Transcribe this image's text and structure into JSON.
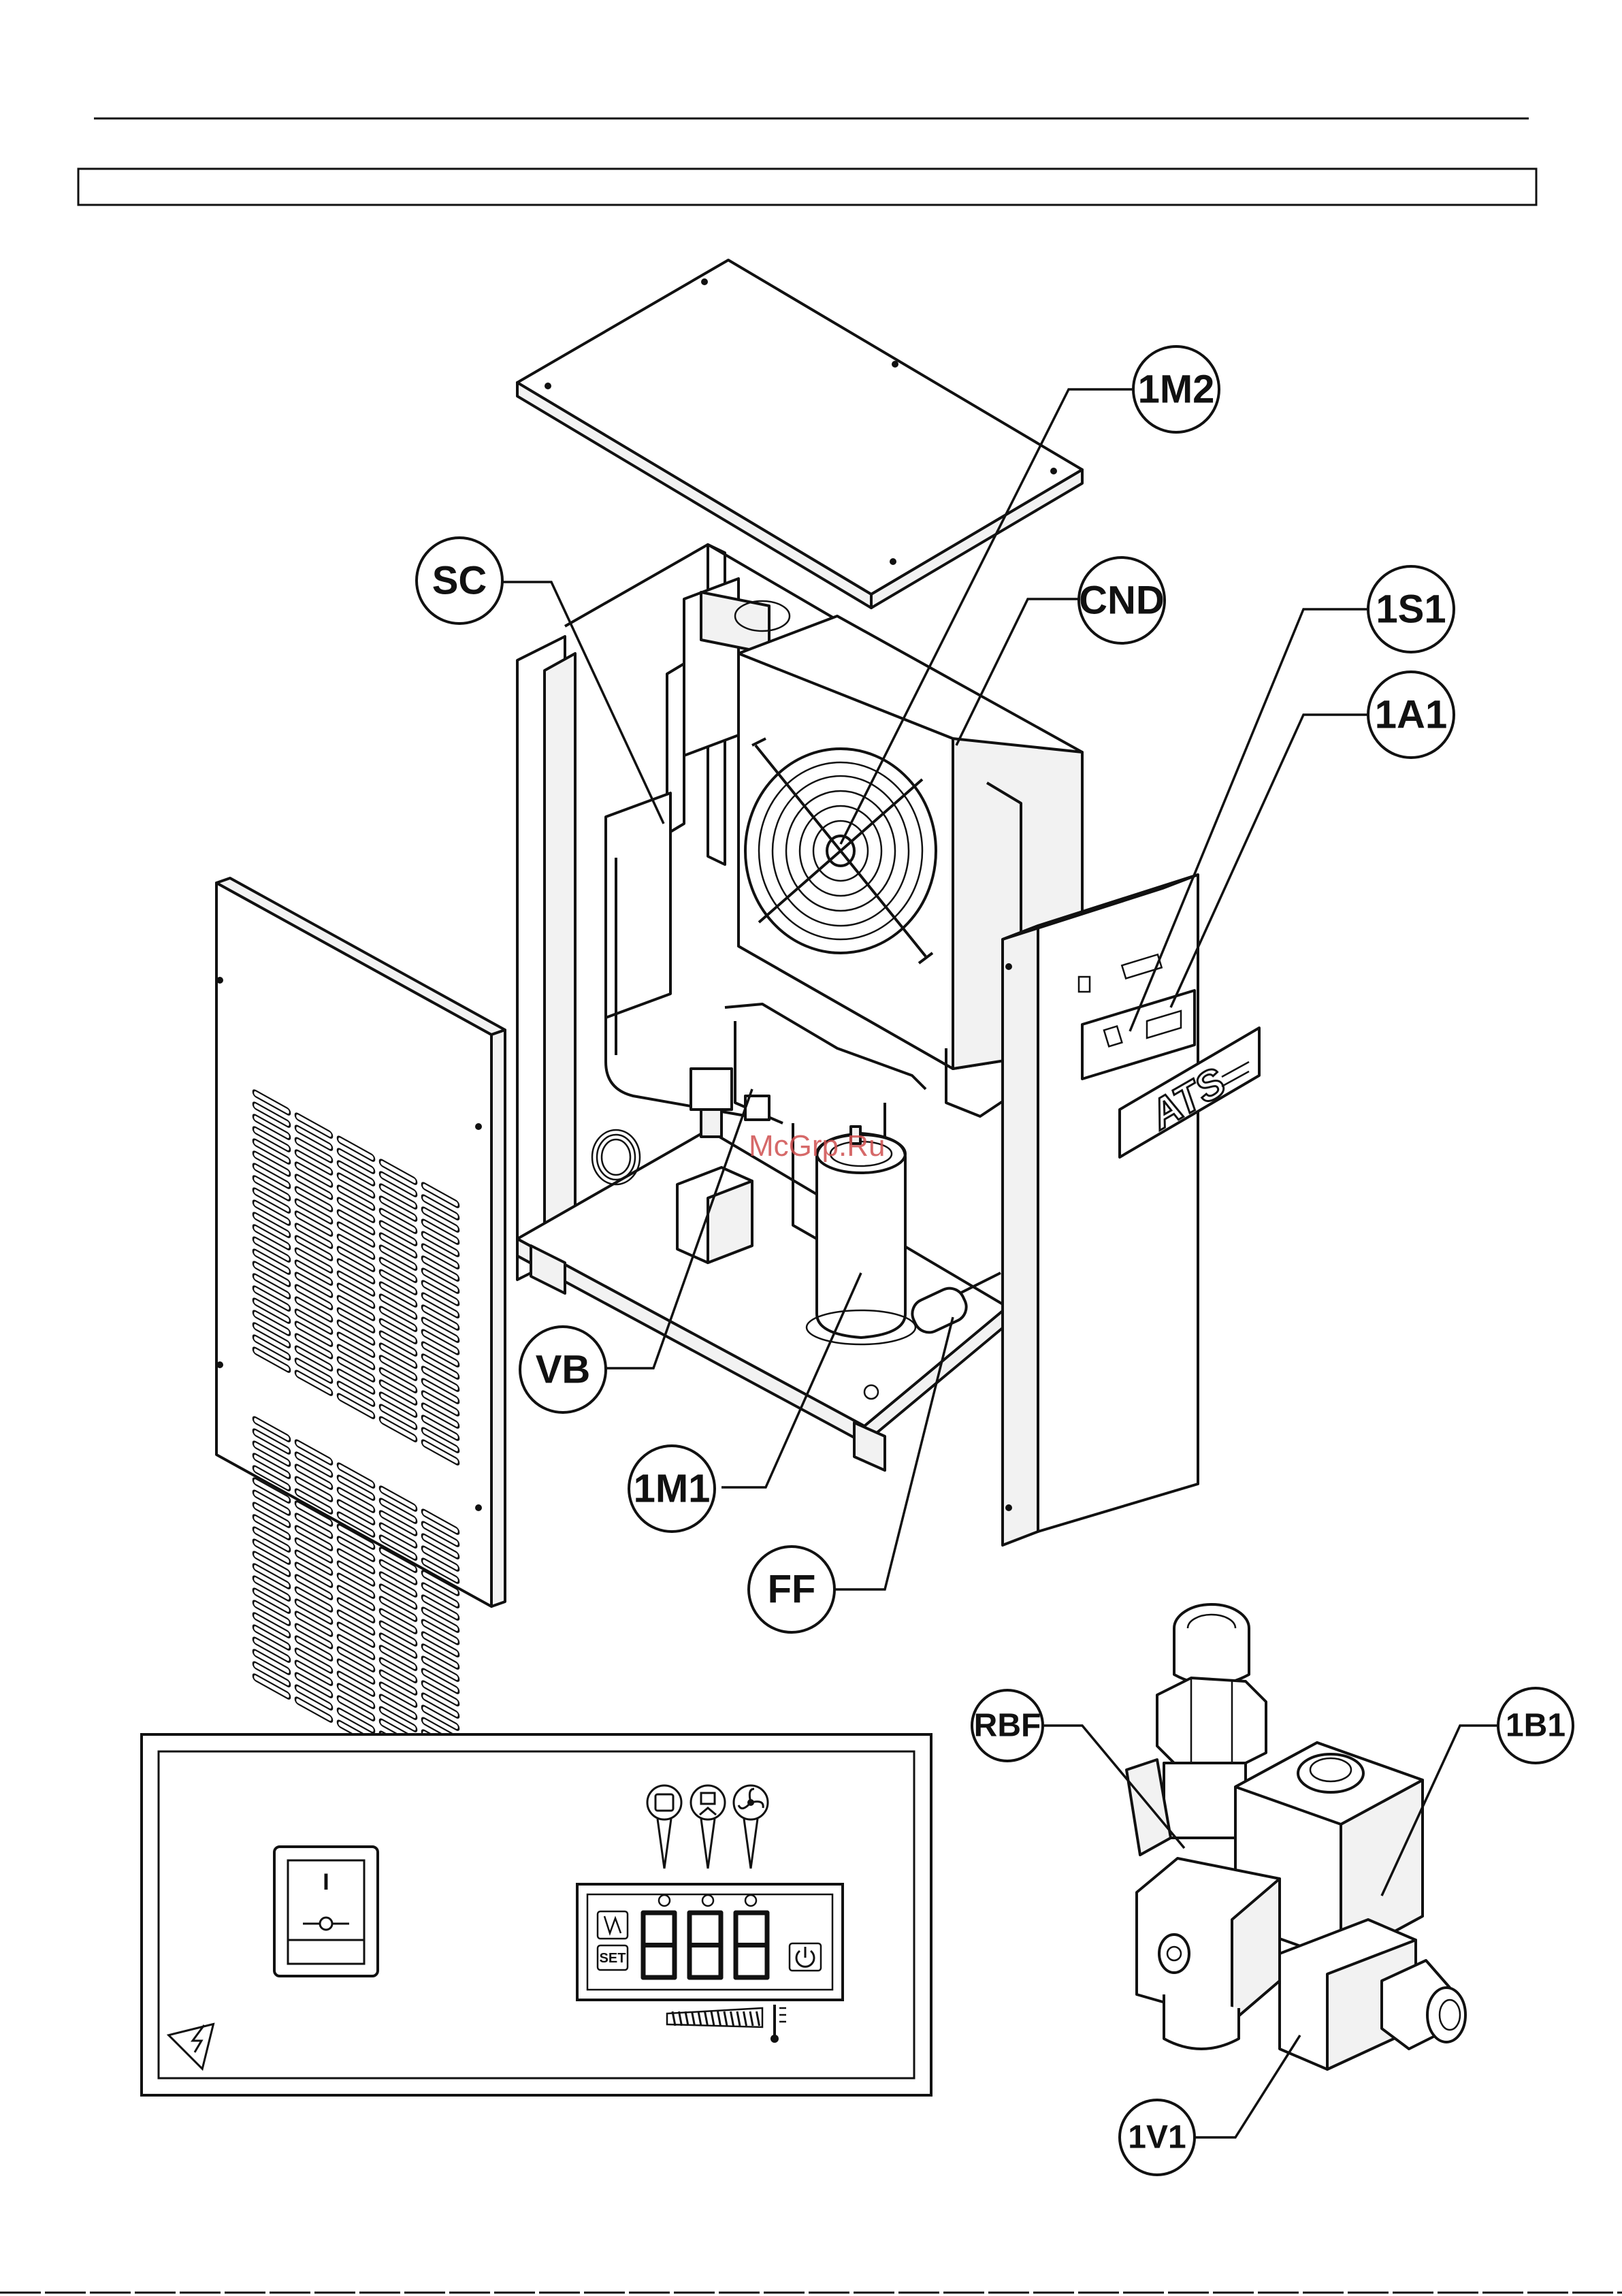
{
  "callouts": {
    "m2": "1M2",
    "sc": "SC",
    "cnd": "CND",
    "s1": "1S1",
    "a1": "1A1",
    "vb": "VB",
    "m1": "1M1",
    "ff": "FF",
    "rbf": "RBF",
    "b1": "1B1",
    "v1": "1V1"
  },
  "nameplate": {
    "brand": "ATS"
  },
  "control_panel": {
    "switch_on": "I",
    "set_button": "SET",
    "display_digits": [
      "8",
      "8",
      "8"
    ],
    "icons": [
      "drain-icon",
      "compressor-icon",
      "fan-icon",
      "power-icon",
      "high-voltage-icon",
      "thermometer-icon"
    ]
  },
  "watermark": "McGrp.Ru"
}
